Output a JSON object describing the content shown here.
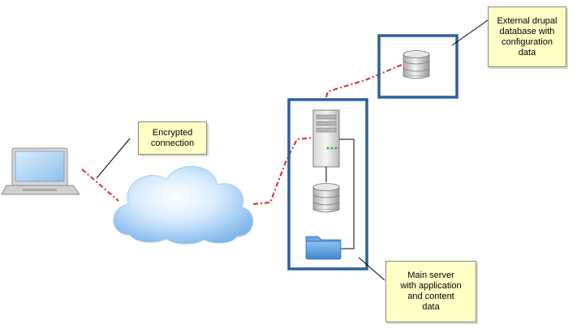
{
  "notes": {
    "encrypted": {
      "lines": [
        "Encrypted",
        "connection"
      ]
    },
    "external": {
      "lines": [
        "External drupal",
        "database with",
        "configuration",
        "data"
      ]
    },
    "main": {
      "lines": [
        "Main server",
        "with application",
        "and content",
        "data"
      ]
    }
  },
  "colors": {
    "connection_line": "#d42a2a",
    "box_border": "#2f5f9e",
    "callout_line": "#000000",
    "note_fill": "#ffffc6",
    "cloud_fill": "#bfe0fb"
  },
  "icons": {
    "laptop": "laptop-icon",
    "cloud": "cloud-icon",
    "server": "server-tower-icon",
    "database": "database-icon",
    "folder": "folder-icon"
  }
}
